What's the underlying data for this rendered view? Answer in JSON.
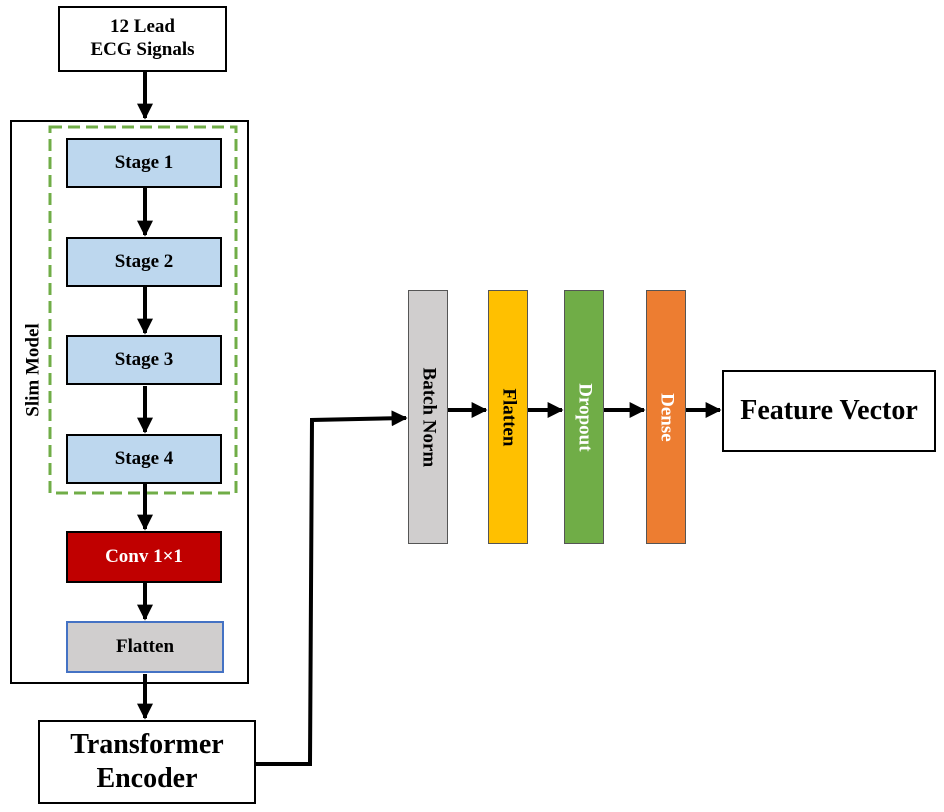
{
  "input": {
    "line1": "12 Lead",
    "line2": "ECG Signals"
  },
  "slim_model": {
    "label": "Slim Model",
    "stages": [
      "Stage 1",
      "Stage 2",
      "Stage 3",
      "Stage 4"
    ],
    "conv": "Conv 1×1",
    "flatten": "Flatten",
    "dashed_color": "#70ad47"
  },
  "transformer": {
    "line1": "Transformer",
    "line2": "Encoder"
  },
  "head": {
    "batch_norm": "Batch Norm",
    "flatten": "Flatten",
    "dropout": "Dropout",
    "dense": "Dense"
  },
  "output": "Feature Vector",
  "colors": {
    "stage_fill": "#bdd7ee",
    "conv_fill": "#c00000",
    "flatten_fill": "#d0cece",
    "flatten_border": "#4472c4",
    "batch_norm_fill": "#d0cece",
    "head_flatten_fill": "#ffc000",
    "dropout_fill": "#70ad47",
    "dense_fill": "#ed7d31"
  }
}
